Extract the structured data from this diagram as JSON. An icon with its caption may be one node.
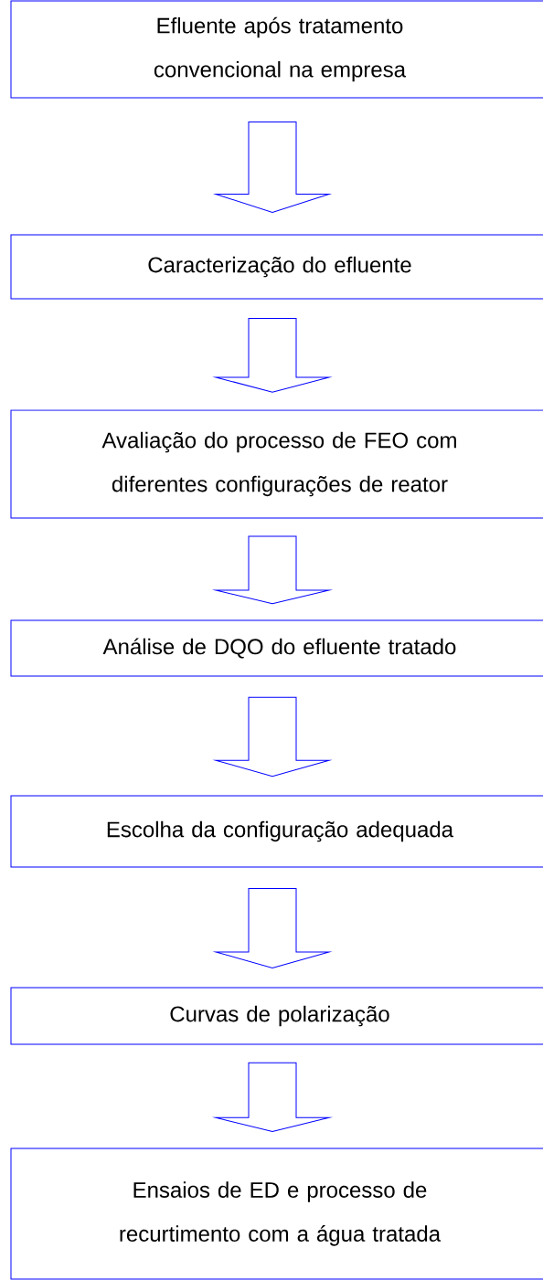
{
  "diagram": {
    "nodes": [
      {
        "text": [
          "Efluente após tratamento convencional na empresa"
        ]
      },
      {
        "text": [
          "Caracterização do efluente"
        ]
      },
      {
        "text": [
          "Avaliação do processo de FEO com diferentes configurações de reator"
        ]
      },
      {
        "text": [
          "Análise de DQO do efluente tratado"
        ]
      },
      {
        "text": [
          "Escolha da configuração adequada"
        ]
      },
      {
        "text": [
          "Curvas de polarização"
        ]
      },
      {
        "text": [
          "Ensaios de ED e processo de recurtimento com a água tratada"
        ]
      }
    ],
    "edges": [
      {
        "from": 0,
        "to": 1,
        "arrow": "to"
      },
      {
        "from": 1,
        "to": 2,
        "arrow": "to"
      },
      {
        "from": 2,
        "to": 3,
        "arrow": "to"
      },
      {
        "from": 3,
        "to": 4,
        "arrow": "to"
      },
      {
        "from": 4,
        "to": 5,
        "arrow": "to"
      },
      {
        "from": 5,
        "to": 6,
        "arrow": "to"
      }
    ]
  }
}
